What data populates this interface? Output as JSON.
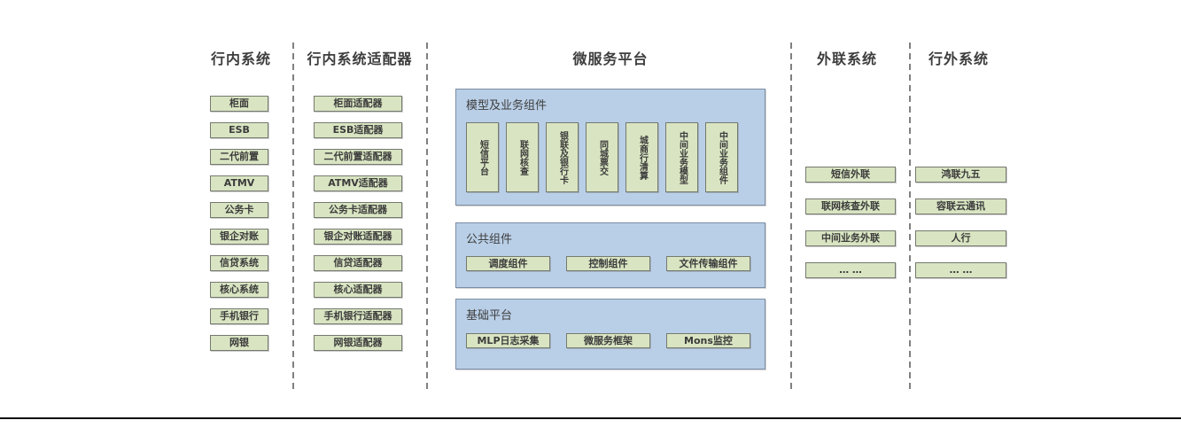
{
  "diagram": {
    "type": "architecture-diagram"
  },
  "columns": [
    {
      "id": "internal-systems",
      "header": "行内系统",
      "items": [
        "柜面",
        "ESB",
        "二代前置",
        "ATMV",
        "公务卡",
        "银企对账",
        "信贷系统",
        "核心系统",
        "手机银行",
        "网银"
      ]
    },
    {
      "id": "internal-adapters",
      "header": "行内系统适配器",
      "items": [
        "柜面适配器",
        "ESB适配器",
        "二代前置适配器",
        "ATMV适配器",
        "公务卡适配器",
        "银企对账适配器",
        "信贷适配器",
        "核心适配器",
        "手机银行适配器",
        "网银适配器"
      ]
    },
    {
      "id": "external-link-systems",
      "header": "外联系统",
      "items": [
        "短信外联",
        "联网核查外联",
        "中间业务外联",
        "… …"
      ]
    },
    {
      "id": "outside-bank-systems",
      "header": "行外系统",
      "items": [
        "鸿联九五",
        "容联云通讯",
        "人行",
        "… …"
      ]
    }
  ],
  "platform": {
    "header": "微服务平台",
    "panels": [
      {
        "title": "模型及业务组件",
        "items": [
          "短信平台",
          "联网核查",
          "银联及银行卡",
          "同城票交",
          "城商行清算",
          "中间业务模型",
          "中间业务组件"
        ]
      },
      {
        "title": "公共组件",
        "items": [
          "调度组件",
          "控制组件",
          "文件传输组件"
        ]
      },
      {
        "title": "基础平台",
        "items": [
          "MLP日志采集",
          "微服务框架",
          "Mons监控"
        ]
      }
    ]
  },
  "colors": {
    "green_fill": "#d9e5c2",
    "blue_fill": "#b9cfe7",
    "box_border": "#757970",
    "panel_border": "#7b8da4",
    "dash_color": "#808080",
    "rule_color": "#111111",
    "header_text": "#3d3d3d"
  }
}
